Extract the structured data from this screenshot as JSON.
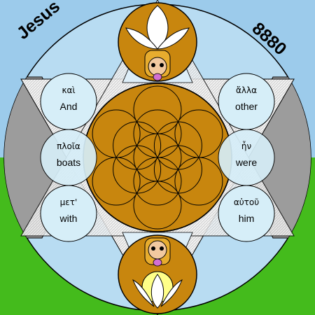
{
  "corners": {
    "left": "Jesus",
    "right": "8880"
  },
  "words": [
    {
      "greek": "καὶ",
      "english": "And"
    },
    {
      "greek": "πλοῖα",
      "english": "boats"
    },
    {
      "greek": "μετ'",
      "english": "with"
    },
    {
      "greek": "ἄλλα",
      "english": "other"
    },
    {
      "greek": "ἦν",
      "english": "were"
    },
    {
      "greek": "αὐτοῦ",
      "english": "him"
    }
  ],
  "colors": {
    "sky": "#9ccbeb",
    "circle": "#b8dcf2",
    "grass": "#44bb1c",
    "gray": "#9c9c9c",
    "gold": "#c8860e",
    "gold_light": "#e7ac2e",
    "ring": "#e6e6e6"
  }
}
